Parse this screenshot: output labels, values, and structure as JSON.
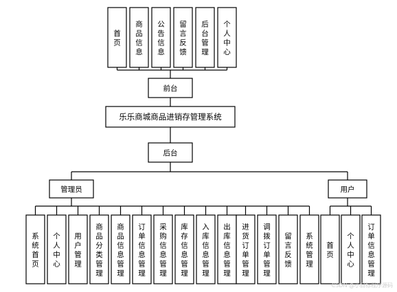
{
  "diagram": {
    "root": "乐乐商城商品进销存管理系统",
    "front": {
      "label": "前台",
      "modules": [
        "首页",
        "商品信息",
        "公告信息",
        "留言反馈",
        "后台管理",
        "个人中心"
      ]
    },
    "back": {
      "label": "后台",
      "admin": {
        "label": "管理员",
        "modules": [
          "系统首页",
          "个人中心",
          "用户管理",
          "商品分类管理",
          "商品信息管理",
          "订单信息管理",
          "采购信息管理",
          "库存信息管理",
          "入库信息管理",
          "出库信息管理",
          "进货订单管理",
          "调拨订单管理",
          "留言反馈",
          "系统管理"
        ]
      },
      "user": {
        "label": "用户",
        "modules": [
          "首页",
          "个人中心",
          "订单信息管理"
        ]
      }
    },
    "watermark": "CSDN @小目标程序源码"
  }
}
